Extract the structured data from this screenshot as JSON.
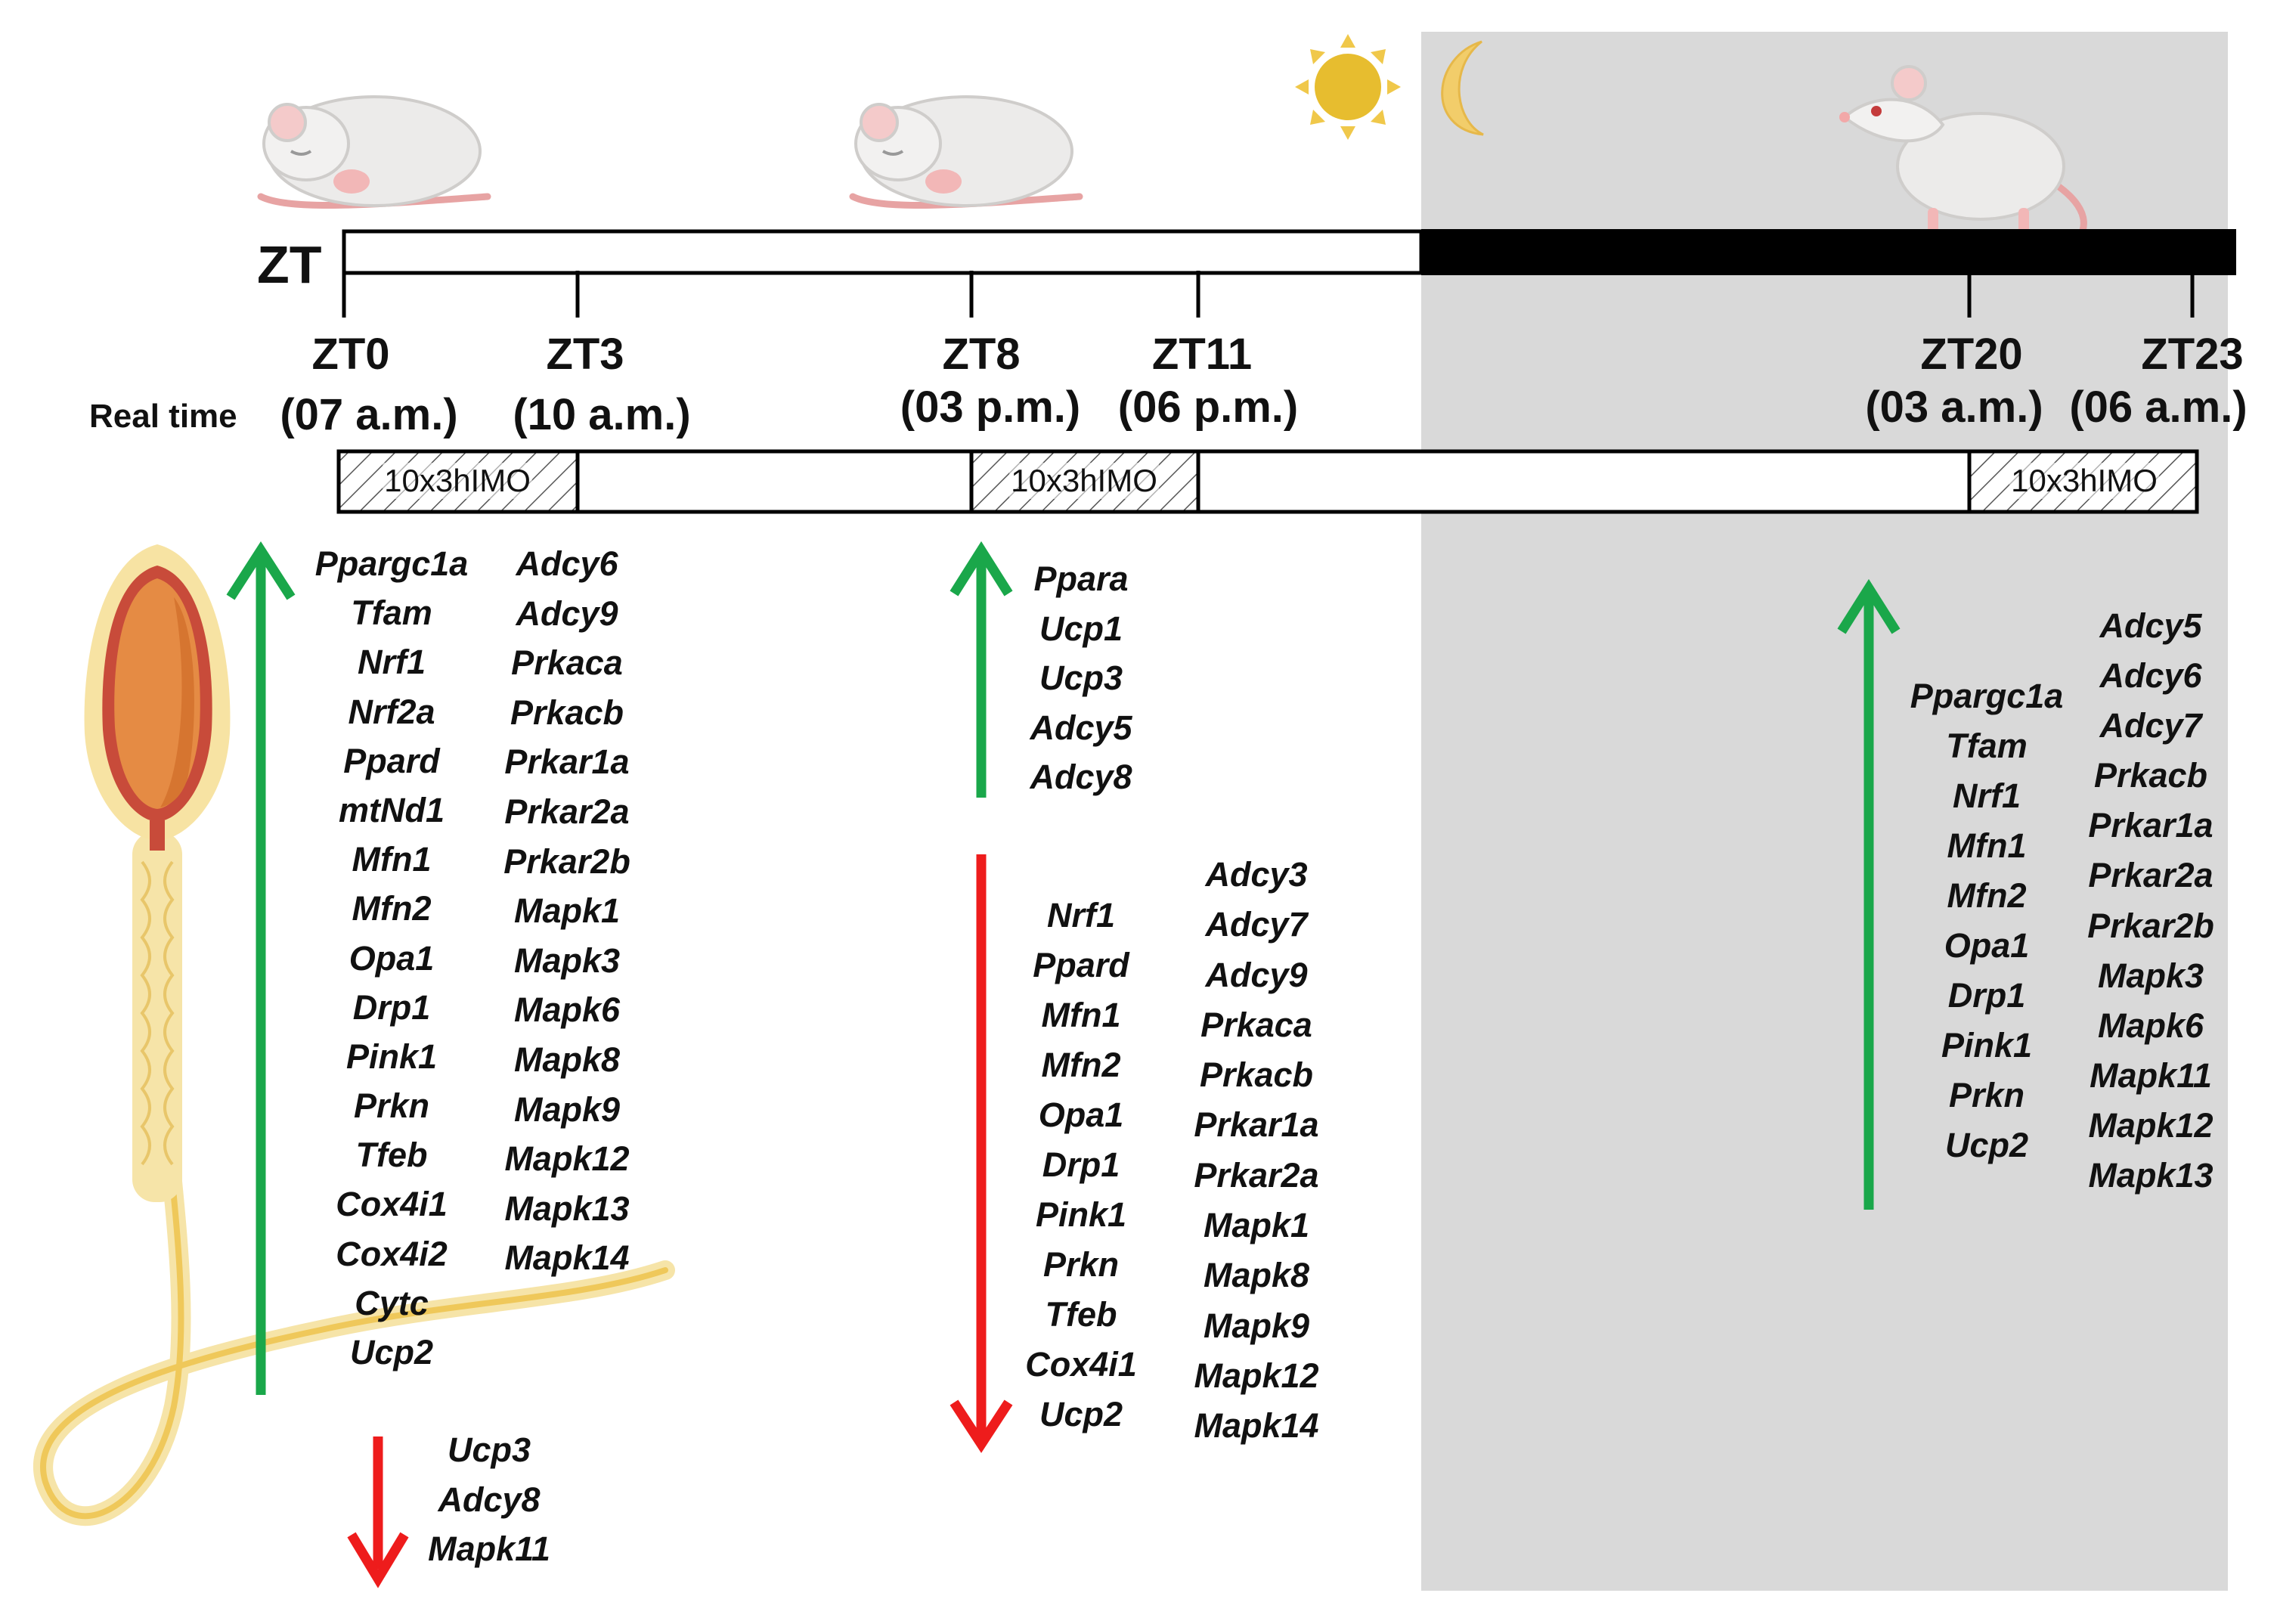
{
  "colors": {
    "night_shade": "#d9d9d9",
    "dark_bar": "#000000",
    "up_arrow": "#1aa74a",
    "down_arrow": "#ee1c1c",
    "sun": "#e8c035",
    "moon": "#f2cd6a",
    "sperm_head": "#e28a43",
    "sperm_tail": "#f3d77a"
  },
  "icons": [
    "sleeping-rat-icon",
    "sleeping-rat-icon",
    "sun-icon",
    "moon-icon",
    "awake-rat-icon",
    "sperm-cell-icon"
  ],
  "zt_axis_label": "ZT",
  "real_time_label": "Real time",
  "ticks": [
    {
      "zt": "ZT0",
      "real": "(07 a.m.)"
    },
    {
      "zt": "ZT3",
      "real": "(10 a.m.)"
    },
    {
      "zt": "ZT8",
      "real": "(03 p.m.)"
    },
    {
      "zt": "ZT11",
      "real": "(06 p.m.)"
    },
    {
      "zt": "ZT20",
      "real": "(03 a.m.)"
    },
    {
      "zt": "ZT23",
      "real": "(06 a.m.)"
    }
  ],
  "protocol_label": "10x3hIMO",
  "groups": {
    "zt0_up_col1": [
      "Ppargc1a",
      "Tfam",
      "Nrf1",
      "Nrf2a",
      "Ppard",
      "mtNd1",
      "Mfn1",
      "Mfn2",
      "Opa1",
      "Drp1",
      "Pink1",
      "Prkn",
      "Tfeb",
      "Cox4i1",
      "Cox4i2",
      "Cytc",
      "Ucp2"
    ],
    "zt0_up_col2": [
      "Adcy6",
      "Adcy9",
      "Prkaca",
      "Prkacb",
      "Prkar1a",
      "Prkar2a",
      "Prkar2b",
      "Mapk1",
      "Mapk3",
      "Mapk6",
      "Mapk8",
      "Mapk9",
      "Mapk12",
      "Mapk13",
      "Mapk14"
    ],
    "zt0_down": [
      "Ucp3",
      "Adcy8",
      "Mapk11"
    ],
    "zt8_up": [
      "Ppara",
      "Ucp1",
      "Ucp3",
      "Adcy5",
      "Adcy8"
    ],
    "zt8_down_col1": [
      "Nrf1",
      "Ppard",
      "Mfn1",
      "Mfn2",
      "Opa1",
      "Drp1",
      "Pink1",
      "Prkn",
      "Tfeb",
      "Cox4i1",
      "Ucp2"
    ],
    "zt8_down_col2": [
      "Adcy3",
      "Adcy7",
      "Adcy9",
      "Prkaca",
      "Prkacb",
      "Prkar1a",
      "Prkar2a",
      "Mapk1",
      "Mapk8",
      "Mapk9",
      "Mapk12",
      "Mapk14"
    ],
    "zt20_up_col1": [
      "Ppargc1a",
      "Tfam",
      "Nrf1",
      "Mfn1",
      "Mfn2",
      "Opa1",
      "Drp1",
      "Pink1",
      "Prkn",
      "Ucp2"
    ],
    "zt20_up_col2": [
      "Adcy5",
      "Adcy6",
      "Adcy7",
      "Prkacb",
      "Prkar1a",
      "Prkar2a",
      "Prkar2b",
      "Mapk3",
      "Mapk6",
      "Mapk11",
      "Mapk12",
      "Mapk13"
    ]
  }
}
